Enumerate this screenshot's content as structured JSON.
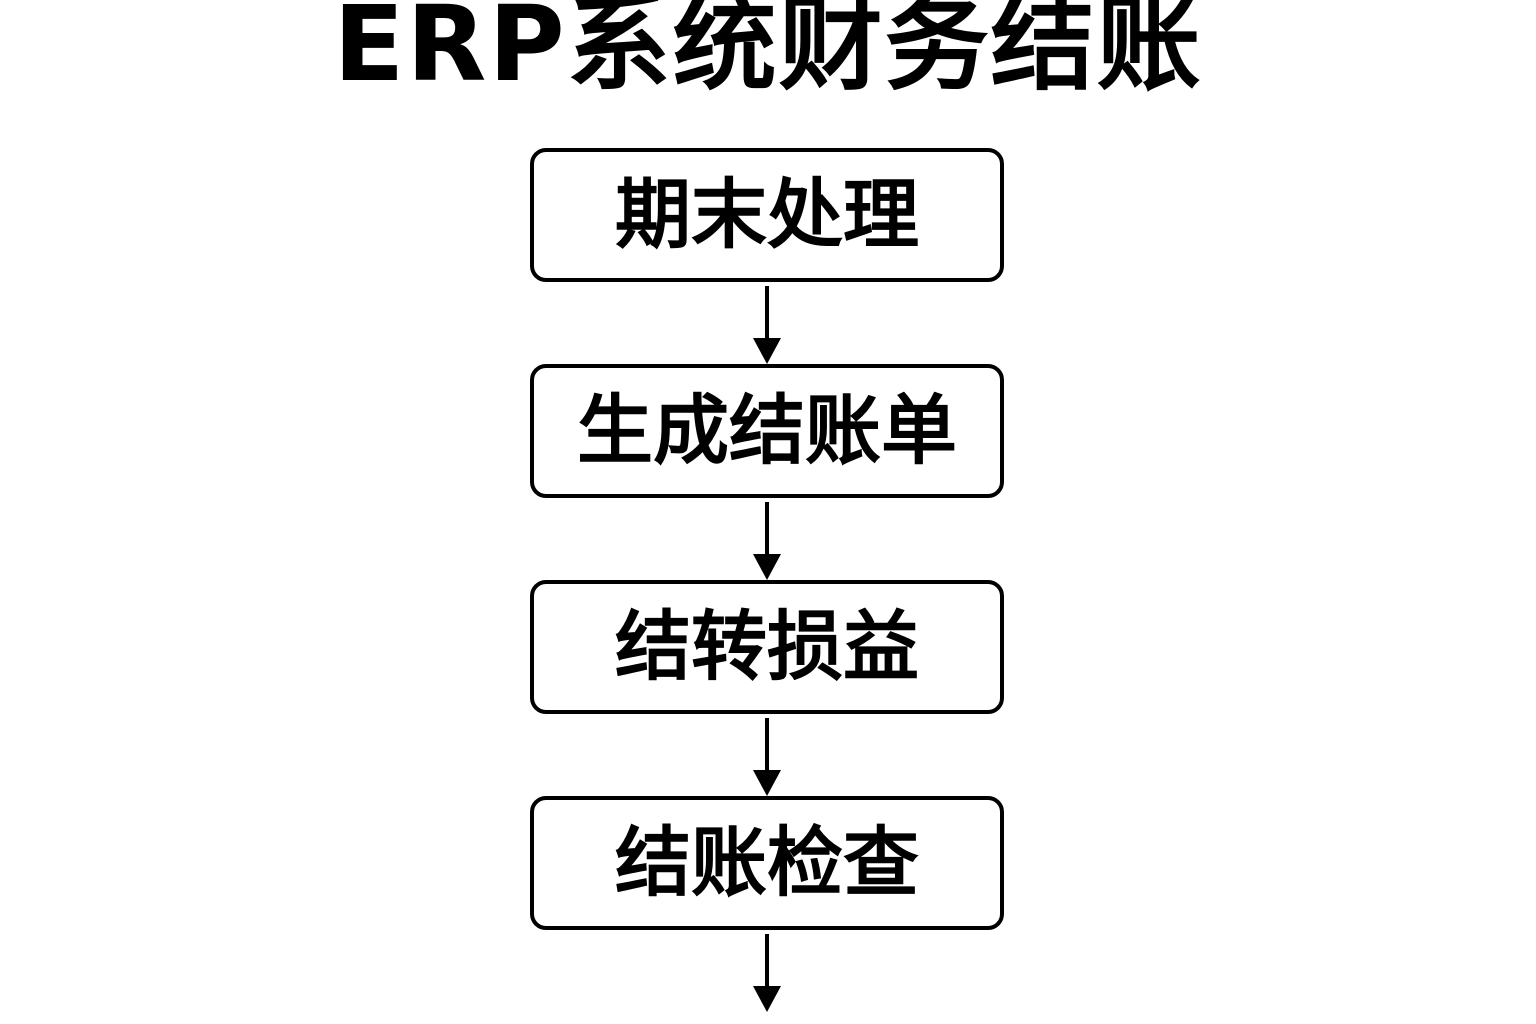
{
  "title": "ERP系统财务结账",
  "steps": [
    {
      "label": "期末处理"
    },
    {
      "label": "生成结账单"
    },
    {
      "label": "结转损益"
    },
    {
      "label": "结账检查"
    }
  ],
  "colors": {
    "background": "#ffffff",
    "stroke": "#000000",
    "text": "#000000"
  },
  "icons": [
    "arrow-down-icon"
  ]
}
